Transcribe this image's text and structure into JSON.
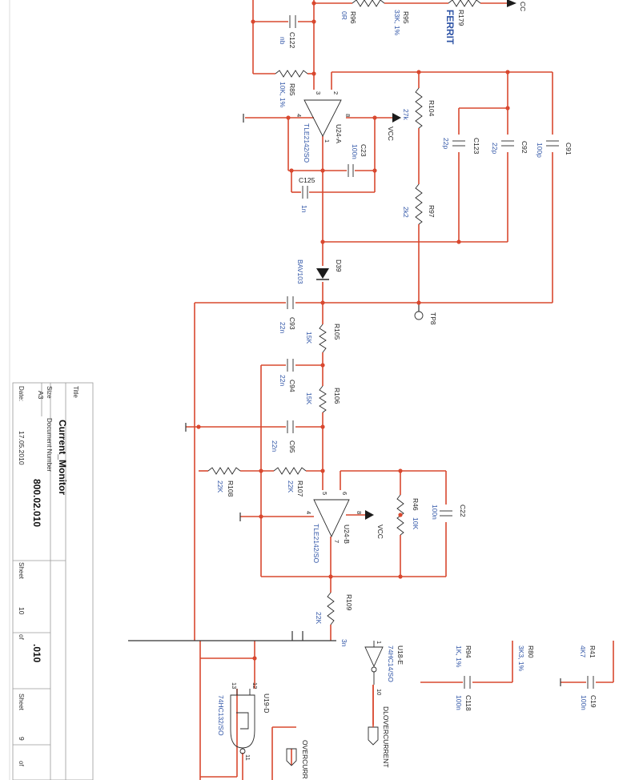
{
  "title_block": {
    "title_label": "Title",
    "title": "Current_Monitor",
    "size_label": "Size",
    "size": "A3",
    "doc_number_label": "Document Number",
    "doc_number": "800.02.010",
    "date_label": "Date:",
    "date": "17.05.2010",
    "sheet_label": "Sheet",
    "sheet": "10",
    "of_label": "of",
    "sheet2": "9",
    "rev": ".010"
  },
  "components": {
    "r179": {
      "ref": "R179",
      "value": "FERRIT"
    },
    "r95": {
      "ref": "R95",
      "value": "33K, 1%"
    },
    "r96": {
      "ref": "R96",
      "value": "0R"
    },
    "c122": {
      "ref": "C122",
      "value": "nb"
    },
    "r85": {
      "ref": "R85",
      "value": "10K, 1%"
    },
    "u24a": {
      "ref": "U24-A",
      "value": "TLE2142/SO"
    },
    "c23": {
      "ref": "C23",
      "value": "100n"
    },
    "c125": {
      "ref": "C125",
      "value": "1n"
    },
    "r104": {
      "ref": "R104",
      "value": "27k"
    },
    "c123": {
      "ref": "C123",
      "value": "22p"
    },
    "c92": {
      "ref": "C92",
      "value": "22p"
    },
    "c91": {
      "ref": "C91",
      "value": "100p"
    },
    "r97": {
      "ref": "R97",
      "value": "2k2"
    },
    "d39": {
      "ref": "D39",
      "value": "BAV103"
    },
    "tp8": {
      "ref": "TP8"
    },
    "c93": {
      "ref": "C93",
      "value": "22n"
    },
    "r105": {
      "ref": "R105",
      "value": "15K"
    },
    "c94": {
      "ref": "C94",
      "value": "22n"
    },
    "r106": {
      "ref": "R106",
      "value": "15K"
    },
    "c95": {
      "ref": "C95",
      "value": "22n"
    },
    "r108": {
      "ref": "R108",
      "value": "22K"
    },
    "r107": {
      "ref": "R107",
      "value": "22K"
    },
    "u24b": {
      "ref": "U24-B",
      "value": "TLE2142/SO"
    },
    "r46": {
      "ref": "R46",
      "value": "10K"
    },
    "c22": {
      "ref": "C22",
      "value": "100n"
    },
    "r109": {
      "ref": "R109",
      "value": "22K"
    },
    "u18e": {
      "ref": "U18-E",
      "value": "74HC14/SO"
    },
    "r94": {
      "ref": "R94",
      "value": "1K, 1%"
    },
    "c118": {
      "ref": "C118",
      "value": "100n"
    },
    "r80": {
      "ref": "R80",
      "value": "3K3, 1%"
    },
    "r41": {
      "ref": "R41",
      "value": "4K7"
    },
    "c19": {
      "ref": "C19",
      "value": "100n"
    },
    "u19d": {
      "ref": "U19-D",
      "value": "74HC132/SO"
    }
  },
  "nets": {
    "vcc1": "VCC",
    "vcc2": "VCC",
    "vcc_top": "CC",
    "dlovercurrent": "DLOVERCURRENT",
    "overcurrent": "OVERCURR",
    "c_frag": "3n"
  },
  "pins": {
    "a3": "3",
    "a2": "2",
    "a4": "4",
    "a8": "8",
    "a1": "1",
    "b5": "5",
    "b6": "6",
    "b4": "4",
    "b8": "8",
    "b7": "7",
    "e1": "1",
    "e10": "10",
    "d13": "13",
    "d12": "12",
    "d11": "11"
  }
}
